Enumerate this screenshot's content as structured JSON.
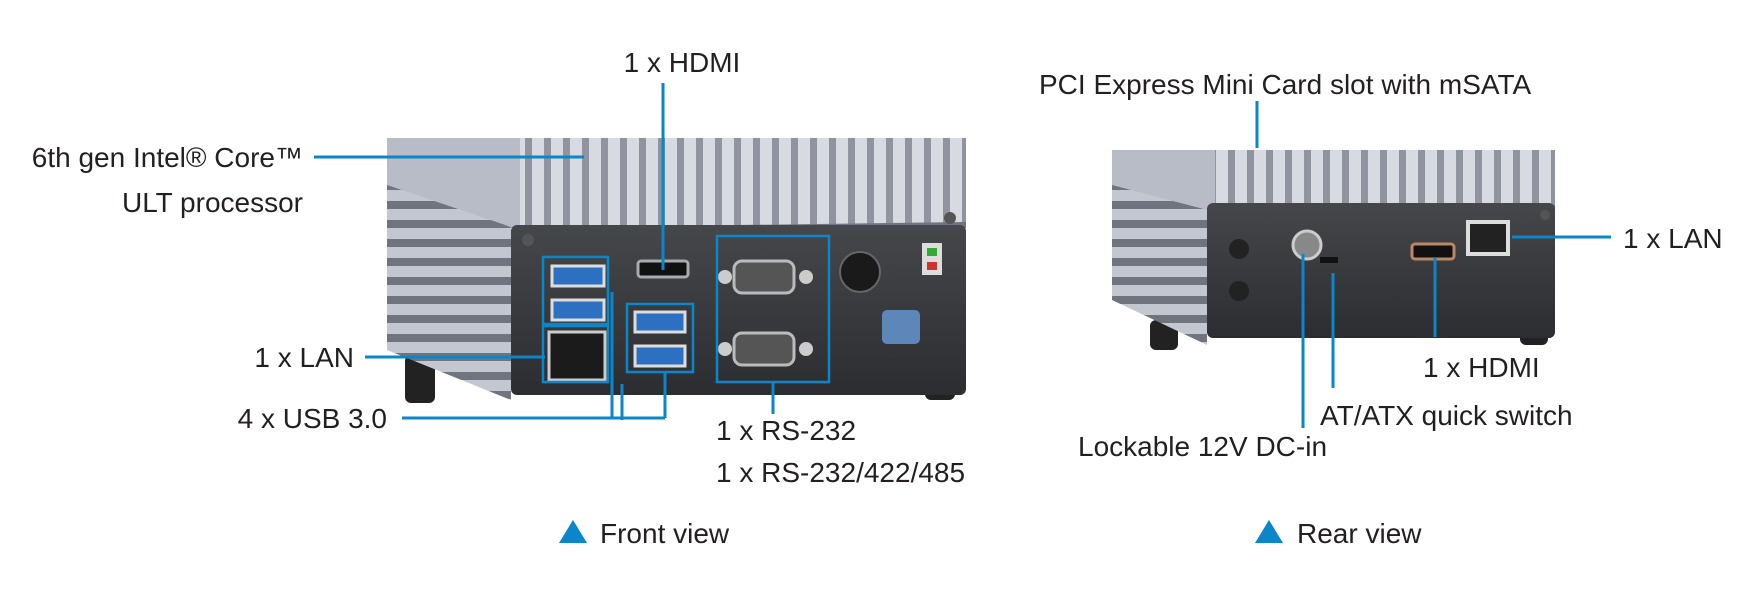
{
  "front": {
    "caption": "Front view",
    "labels": {
      "hdmi": "1 x HDMI",
      "cpu_line1": "6th gen Intel® Core™",
      "cpu_line2": "ULT processor",
      "lan": "1 x LAN",
      "usb": "4 x USB 3.0",
      "serial_line1": "1 x RS-232",
      "serial_line2": "1 x RS-232/422/485"
    }
  },
  "rear": {
    "caption": "Rear view",
    "labels": {
      "pcie": "PCI Express Mini Card slot with mSATA",
      "lan": "1 x LAN",
      "hdmi": "1 x HDMI",
      "switch": "AT/ATX quick switch",
      "dc_in": "Lockable 12V DC-in"
    }
  },
  "colors": {
    "accent": "#0a86c9",
    "panel": "#3a3b3e",
    "heatsink": "#c9cdd6"
  }
}
